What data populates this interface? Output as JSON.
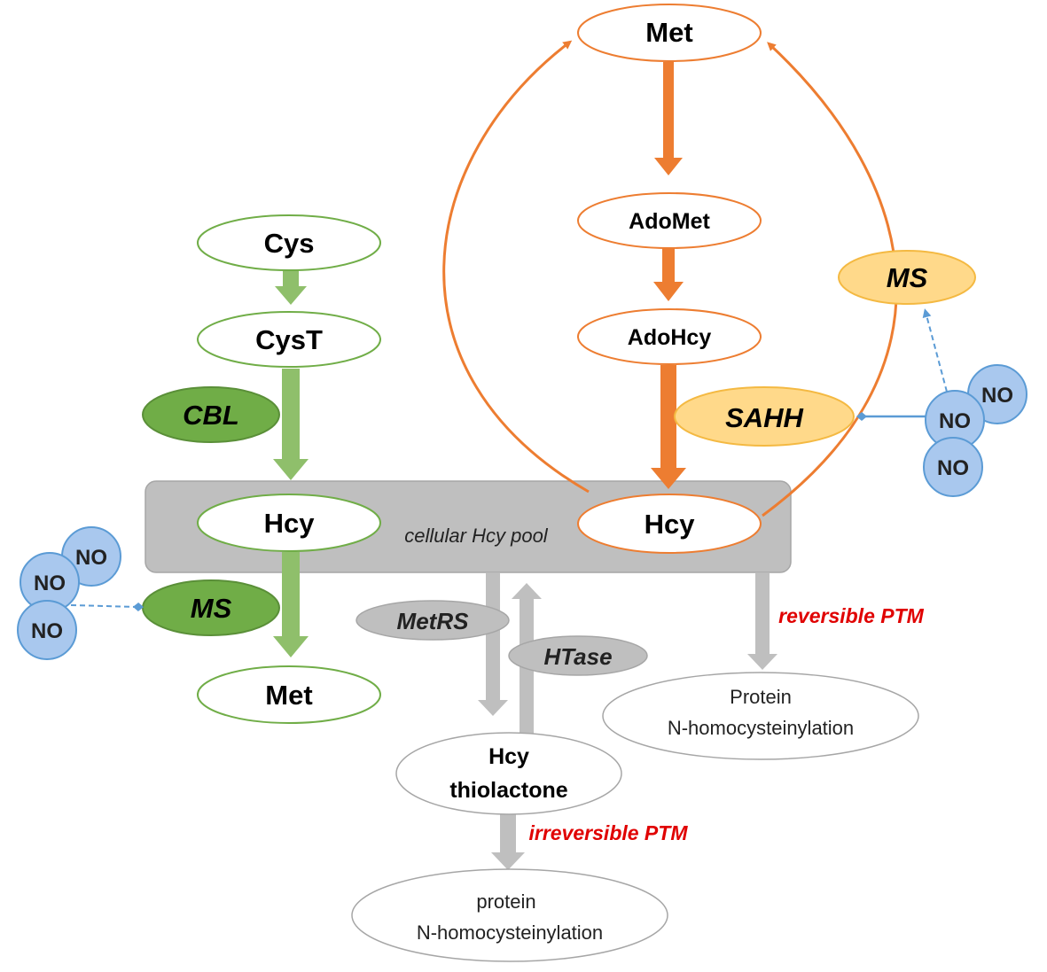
{
  "colors": {
    "green": "#70ad47",
    "green_fill": "#70ad47",
    "orange": "#ed7d31",
    "orange_fill": "#ffd98a",
    "gray": "#bfbfbf",
    "blue": "#5b9bd5",
    "blue_fill": "#a9c8ee",
    "red": "#e00000"
  },
  "transsulfuration": {
    "cys": "Cys",
    "cyst": "CysT",
    "cbl": "CBL",
    "hcy": "Hcy",
    "ms": "MS",
    "met": "Met"
  },
  "methionine_cycle": {
    "met": "Met",
    "adomet": "AdoMet",
    "adohcy": "AdoHcy",
    "sahh": "SAHH",
    "hcy": "Hcy",
    "ms": "MS"
  },
  "pool": {
    "label": "cellular Hcy pool"
  },
  "thiolactone_path": {
    "metrs": "MetRS",
    "htase": "HTase",
    "thiolactone_line1": "Hcy",
    "thiolactone_line2": "thiolactone",
    "irreversible": "irreversible PTM",
    "protein_line1": "protein",
    "protein_line2": "N-homocysteinylation"
  },
  "reversible_path": {
    "reversible": "reversible PTM",
    "protein_line1": "Protein",
    "protein_line2": "N-homocysteinylation"
  },
  "no_left": [
    "NO",
    "NO",
    "NO"
  ],
  "no_right": [
    "NO",
    "NO",
    "NO"
  ]
}
